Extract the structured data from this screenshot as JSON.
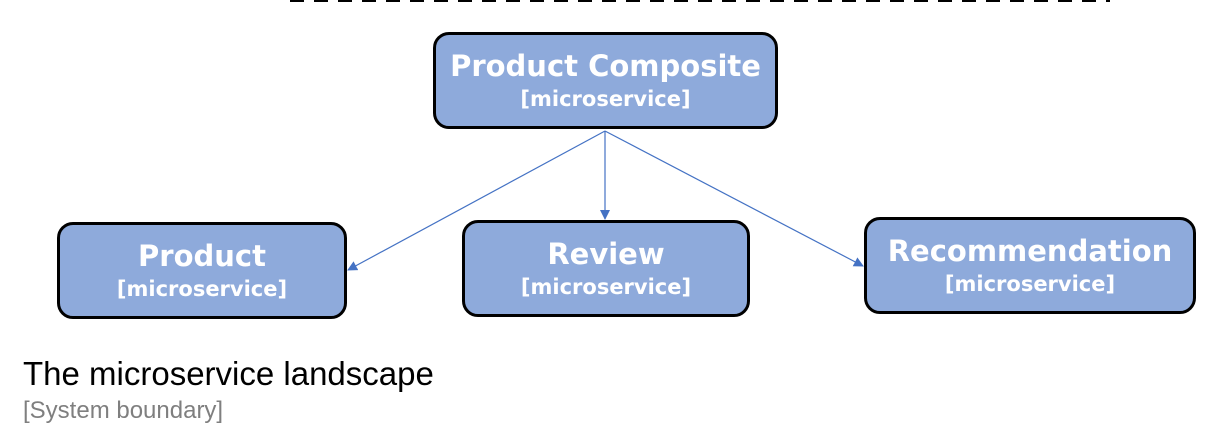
{
  "diagram": {
    "nodes": [
      {
        "id": "composite",
        "title": "Product Composite",
        "subtitle": "[microservice]"
      },
      {
        "id": "product",
        "title": "Product",
        "subtitle": "[microservice]"
      },
      {
        "id": "review",
        "title": "Review",
        "subtitle": "[microservice]"
      },
      {
        "id": "recommendation",
        "title": "Recommendation",
        "subtitle": "[microservice]"
      }
    ],
    "edges": [
      {
        "from": "composite",
        "to": "product"
      },
      {
        "from": "composite",
        "to": "review"
      },
      {
        "from": "composite",
        "to": "recommendation"
      }
    ]
  },
  "boundary": {
    "title": "The microservice landscape",
    "subtitle": "[System boundary]"
  },
  "colors": {
    "node_fill": "#8eaadb",
    "node_border": "#000000",
    "node_text": "#ffffff",
    "edge": "#4472c4",
    "boundary_subtitle": "#7f7f7f"
  }
}
